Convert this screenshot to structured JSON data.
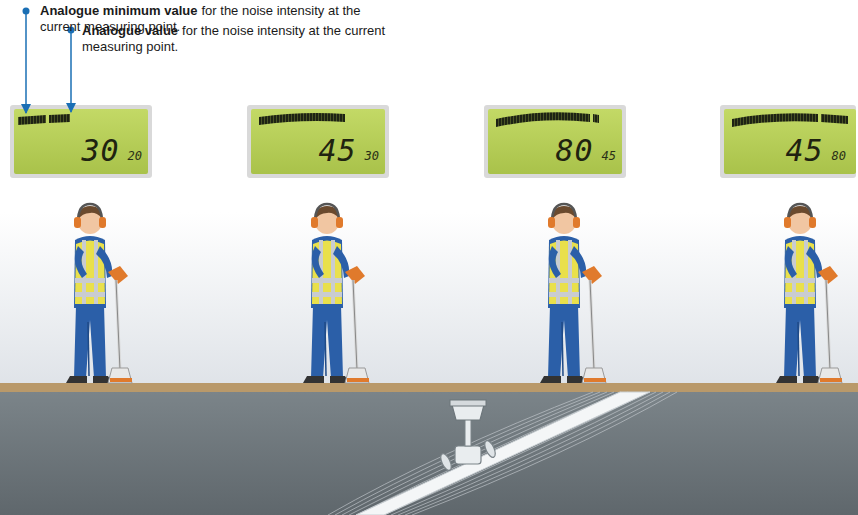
{
  "diagram": {
    "nodes": [
      {
        "text": [
          "30",
          "20"
        ]
      },
      {
        "text": [
          "45",
          "30"
        ]
      },
      {
        "text": [
          "80",
          "45"
        ]
      },
      {
        "text": [
          "45",
          "80"
        ]
      }
    ],
    "labels": [
      "Analogue minimum value",
      "for the noise intensity at the current measuring point.",
      "Analogue value",
      "for the noise intensity at the current measuring point."
    ]
  }
}
